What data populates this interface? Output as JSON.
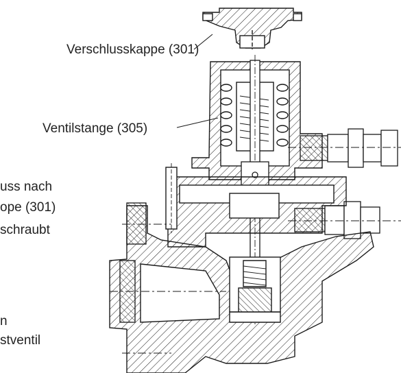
{
  "labels": {
    "cap": "Verschlusskappe (301)",
    "stem": "Ventilstange (305)"
  },
  "side_text": [
    "uss  nach",
    "ope (301)",
    "schraubt",
    "n",
    "stventil"
  ],
  "colors": {
    "line": "#1a1a1a",
    "fill": "#ffffff"
  }
}
